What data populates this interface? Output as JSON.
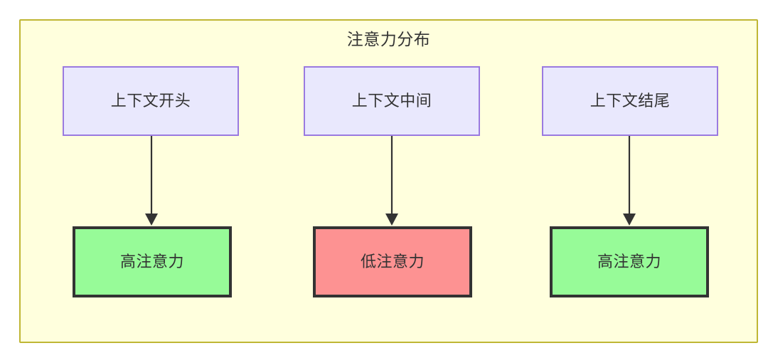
{
  "diagram": {
    "type": "flowchart",
    "title": "注意力分布",
    "background_color": "#ffffff",
    "container": {
      "fill": "#ffffdd",
      "stroke": "#bfb634"
    },
    "node_styles": {
      "context_fill": "#e9e8fd",
      "context_stroke": "#9a7ae0",
      "high_attention_fill": "#97fb98",
      "low_attention_fill": "#fd9292",
      "attention_stroke": "#333333",
      "text_color": "#333333"
    },
    "edge_color": "#333333",
    "columns": [
      {
        "source": "上下文开头",
        "target": "高注意力",
        "target_level": "high"
      },
      {
        "source": "上下文中间",
        "target": "低注意力",
        "target_level": "low"
      },
      {
        "source": "上下文结尾",
        "target": "高注意力",
        "target_level": "high"
      }
    ]
  }
}
